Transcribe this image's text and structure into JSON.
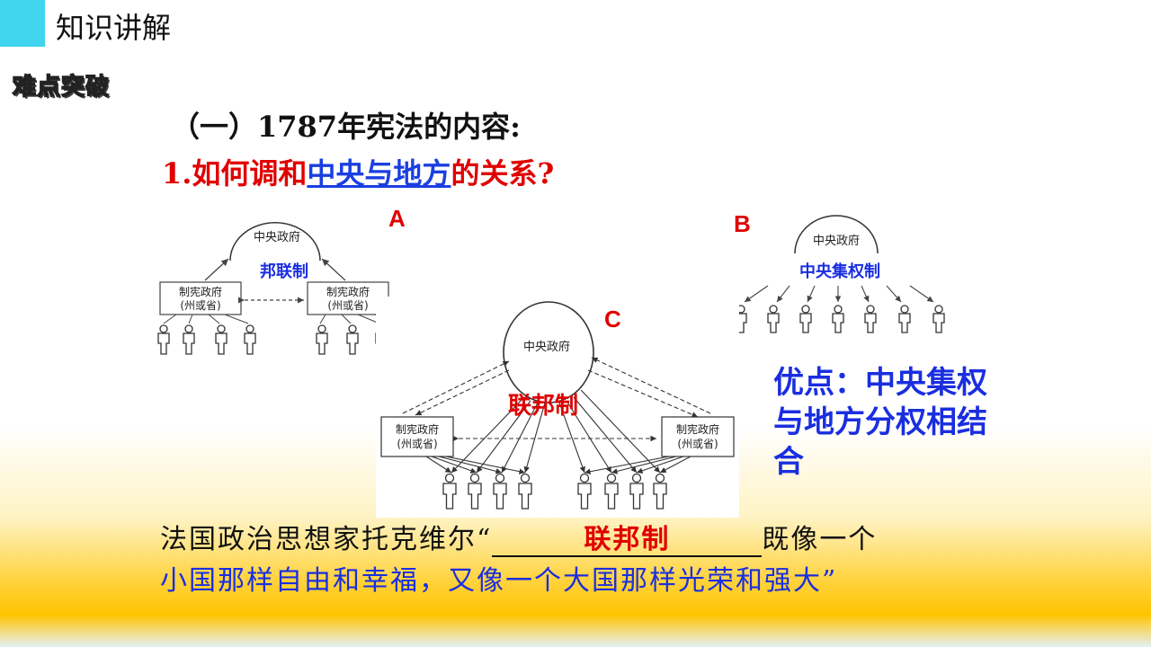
{
  "header": {
    "title": "知识讲解"
  },
  "badge": "难点突破",
  "section_title": "（一）1787年宪法的内容:",
  "question": {
    "prefix": "1.如何调和",
    "highlight": "中央与地方",
    "suffix": "的关系?"
  },
  "diagram_a": {
    "label": "A",
    "center": "中央政府",
    "caption": "邦联制",
    "state_line1": "制宪政府",
    "state_line2": "(州或省)"
  },
  "diagram_b": {
    "label": "B",
    "center": "中央政府",
    "caption": "中央集权制"
  },
  "diagram_c": {
    "label": "C",
    "center": "中央政府",
    "caption": "联邦制",
    "state_line1": "制宪政府",
    "state_line2": "(州或省)"
  },
  "advantage": "优点：中央集权与地方分权相结合",
  "quote": {
    "line1_prefix": "法国政治思想家托克维尔“",
    "blank_answer": "联邦制",
    "line1_suffix": "既像一个",
    "line2": "小国那样自由和幸福，又像一个大国那样光荣和强大”"
  },
  "colors": {
    "accent": "#3fd5ef",
    "red": "#e00000",
    "blue": "#1a2ee0"
  }
}
